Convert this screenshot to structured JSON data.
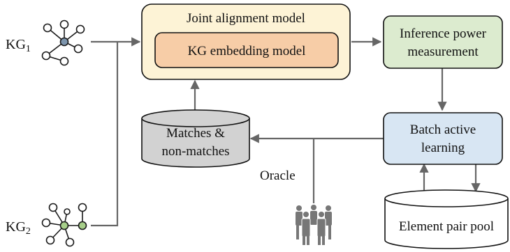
{
  "kg1": {
    "label": "KG",
    "subscript": "1",
    "icon": "graph-icon",
    "color": "#8fb5dd"
  },
  "kg2": {
    "label": "KG",
    "subscript": "2",
    "icon": "graph-icon",
    "color": "#a7cf8a"
  },
  "joint_model": {
    "label": "Joint alignment model",
    "fill": "#fdf3d6"
  },
  "embedding_model": {
    "label": "KG embedding model",
    "fill": "#f7cda7"
  },
  "inference": {
    "line1": "Inference power",
    "line2": "measurement",
    "fill": "#dcebcf"
  },
  "batch": {
    "line1": "Batch active",
    "line2": "learning",
    "fill": "#d8e6f3"
  },
  "matches": {
    "line1": "Matches &",
    "line2": "non-matches",
    "fill": "#d2d2d2"
  },
  "pool": {
    "label": "Element pair pool",
    "fill": "#ffffff"
  },
  "oracle": {
    "label": "Oracle",
    "icon": "people-icon",
    "color": "#777777"
  },
  "colors": {
    "arrow": "#666666",
    "stroke": "#111111"
  }
}
